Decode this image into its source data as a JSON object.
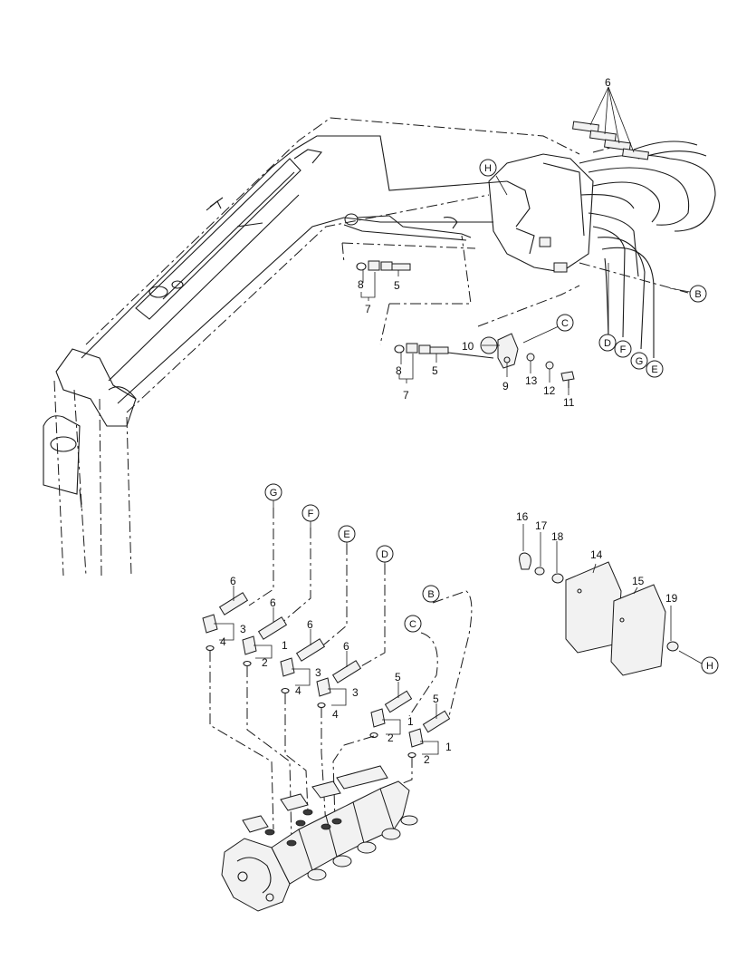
{
  "callout_numbers": [
    "1",
    "2",
    "3",
    "4",
    "5",
    "6",
    "7",
    "8",
    "9",
    "10",
    "11",
    "12",
    "13",
    "14",
    "15",
    "16",
    "17",
    "18",
    "19"
  ],
  "connection_letters": [
    "B",
    "C",
    "D",
    "E",
    "F",
    "G",
    "H"
  ],
  "colors": {
    "line": "#1a1a1a",
    "background": "#ffffff"
  }
}
